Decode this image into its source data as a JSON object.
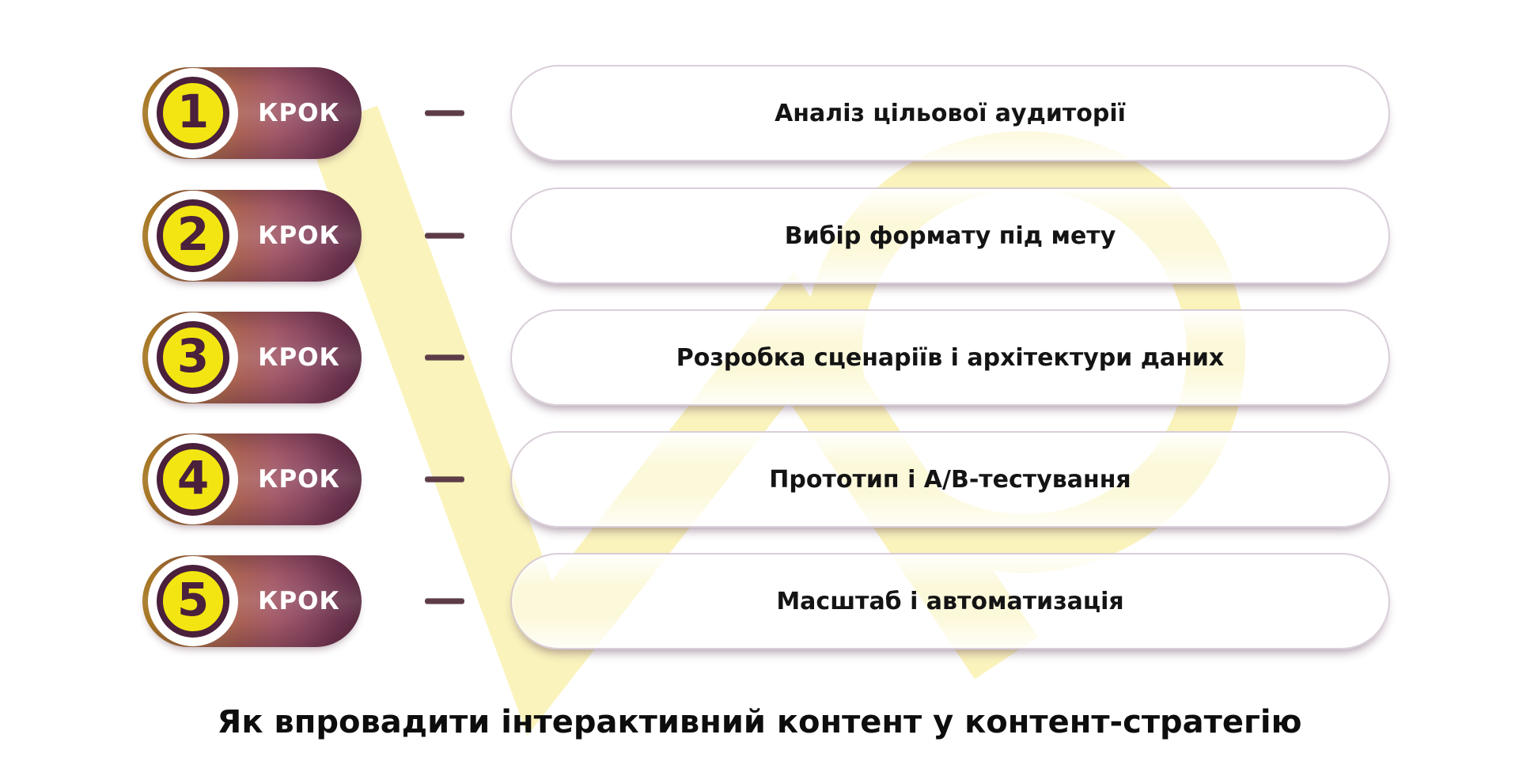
{
  "title": "Як впровадити інтерактивний контент у контент-стратегію",
  "step_label": "КРОК",
  "steps": [
    {
      "number": "1",
      "text": "Аналіз цільової аудиторії"
    },
    {
      "number": "2",
      "text": "Вибір формату під мету"
    },
    {
      "number": "3",
      "text": "Розробка сценаріїв і архітектури даних"
    },
    {
      "number": "4",
      "text": "Прототип і A/B-тестування"
    },
    {
      "number": "5",
      "text": "Масштаб і автоматизація"
    }
  ],
  "colors": {
    "badge_gradient_start": "#a3741c",
    "badge_gradient_end": "#582840",
    "circle_fill": "#f3e511",
    "circle_ring": "#4a203c",
    "number_text": "#4a203c",
    "step_label_text": "#ffffff",
    "dash": "#5d3b47",
    "pill_border": "#b9a5b9",
    "pill_text": "#141414",
    "watermark": "#faf3bc",
    "background": "#ffffff"
  },
  "watermark_name": "vo-logo-watermark"
}
